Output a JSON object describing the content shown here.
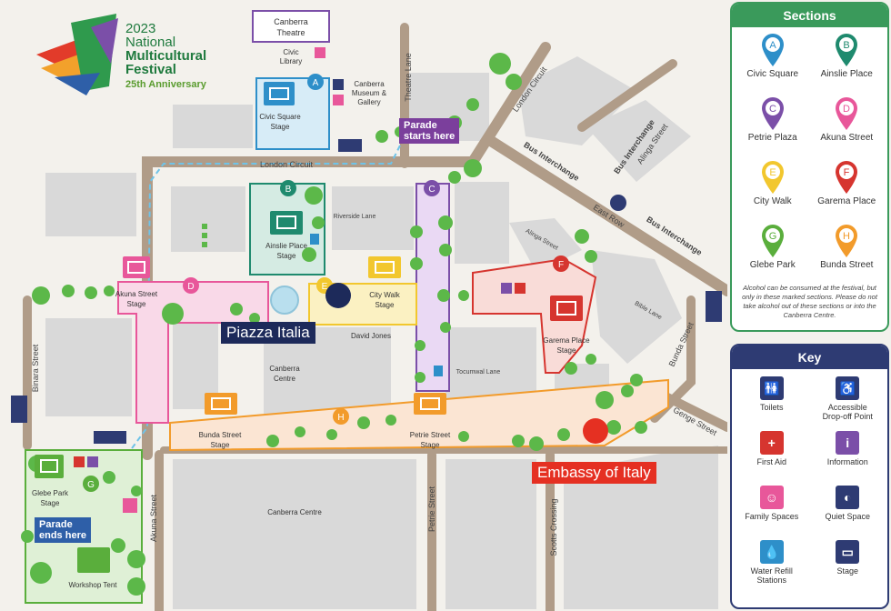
{
  "logo": {
    "year": "2023",
    "line1": "National",
    "line2": "Multicultural",
    "line3": "Festival",
    "anniversary": "25th Anniversary"
  },
  "callouts": {
    "piazza": "Piazza Italia",
    "embassy": "Embassy of Italy"
  },
  "parade": {
    "start_line1": "Parade",
    "start_line2": "starts here",
    "end_line1": "Parade",
    "end_line2": "ends here"
  },
  "places": {
    "canberra_theatre_1": "Canberra",
    "canberra_theatre_2": "Theatre",
    "civic_library_1": "Civic",
    "civic_library_2": "Library",
    "museum_1": "Canberra",
    "museum_2": "Museum &",
    "museum_3": "Gallery",
    "civic_square_stage_1": "Civic Square",
    "civic_square_stage_2": "Stage",
    "ainslie_stage_1": "Ainslie Place",
    "ainslie_stage_2": "Stage",
    "akuna_stage_1": "Akuna Street",
    "akuna_stage_2": "Stage",
    "city_walk_stage_1": "City Walk",
    "city_walk_stage_2": "Stage",
    "garema_stage_1": "Garema Place",
    "garema_stage_2": "Stage",
    "bunda_stage_1": "Bunda Street",
    "bunda_stage_2": "Stage",
    "petrie_stage_1": "Petrie Street",
    "petrie_stage_2": "Stage",
    "glebe_stage_1": "Glebe Park",
    "glebe_stage_2": "Stage",
    "workshop_tent": "Workshop Tent",
    "canberra_centre_1": "Canberra",
    "canberra_centre_2": "Centre",
    "canberra_centre_big": "Canberra Centre",
    "david_jones": "David Jones"
  },
  "streets": {
    "london_circuit": "London Circuit",
    "london_circuit_ne": "London Circuit",
    "theatre_lane": "Theatre Lane",
    "bus_interchange_1": "Bus Interchange",
    "bus_interchange_2": "Bus Interchange",
    "bus_interchange_3": "Bus Interchange",
    "alinga_street": "Alinga Street",
    "alinga_street_small": "Alinga Street",
    "east_row": "East Row",
    "riverside_lane": "Riverside Lane",
    "bible_lane": "Bible Lane",
    "tocumwal_lane": "Tocumwal Lane",
    "bunda_street": "Bunda Street",
    "genge_street": "Genge Street",
    "binara_street": "Binara Street",
    "akuna_street": "Akuna Street",
    "petrie_street": "Petrie Street",
    "scotts_crossing": "Scotts Crossing"
  },
  "sections": {
    "title": "Sections",
    "items": [
      {
        "letter": "A",
        "name": "Civic Square",
        "color": "#2e8fc9"
      },
      {
        "letter": "B",
        "name": "Ainslie Place",
        "color": "#1f8a6e"
      },
      {
        "letter": "C",
        "name": "Petrie Plaza",
        "color": "#7b4fa8"
      },
      {
        "letter": "D",
        "name": "Akuna Street",
        "color": "#e8579a"
      },
      {
        "letter": "E",
        "name": "City Walk",
        "color": "#f2c72e"
      },
      {
        "letter": "F",
        "name": "Garema Place",
        "color": "#d6352f"
      },
      {
        "letter": "G",
        "name": "Glebe Park",
        "color": "#5aae3c"
      },
      {
        "letter": "H",
        "name": "Bunda Street",
        "color": "#f29b2b"
      }
    ],
    "note": "Alcohol can be consumed at the festival, but only in these marked sections. Please do not take alcohol out of these sections or into the Canberra Centre."
  },
  "key": {
    "title": "Key",
    "items": [
      {
        "icon": "toilets-icon",
        "label1": "Toilets",
        "label2": "",
        "glyph": "🚻",
        "color": "#2e3b73"
      },
      {
        "icon": "drop-off-icon",
        "label1": "Accessible",
        "label2": "Drop-off Point",
        "glyph": "♿",
        "color": "#2e3b73"
      },
      {
        "icon": "first-aid-icon",
        "label1": "First Aid",
        "label2": "",
        "glyph": "+",
        "color": "#d6352f"
      },
      {
        "icon": "information-icon",
        "label1": "Information",
        "label2": "",
        "glyph": "i",
        "color": "#7b4fa8"
      },
      {
        "icon": "family-spaces-icon",
        "label1": "Family Spaces",
        "label2": "",
        "glyph": "☺",
        "color": "#e8579a"
      },
      {
        "icon": "quiet-space-icon",
        "label1": "Quiet Space",
        "label2": "",
        "glyph": "◐",
        "color": "#2e3b73"
      },
      {
        "icon": "water-refill-icon",
        "label1": "Water Refill",
        "label2": "Stations",
        "glyph": "💧",
        "color": "#2e8fc9"
      },
      {
        "icon": "stage-icon",
        "label1": "Stage",
        "label2": "",
        "glyph": "▭",
        "color": "#2e3b73"
      }
    ]
  },
  "colors": {
    "road": "#b09c88",
    "block": "#d9d9d9",
    "civic": "#2e8fc9",
    "ainslie": "#1f8a6e",
    "petrie": "#7b4fa8",
    "akuna": "#e8579a",
    "citywalk": "#f2c72e",
    "garema": "#d6352f",
    "glebe": "#5aae3c",
    "bunda": "#f29b2b",
    "tree": "#5cb849"
  }
}
